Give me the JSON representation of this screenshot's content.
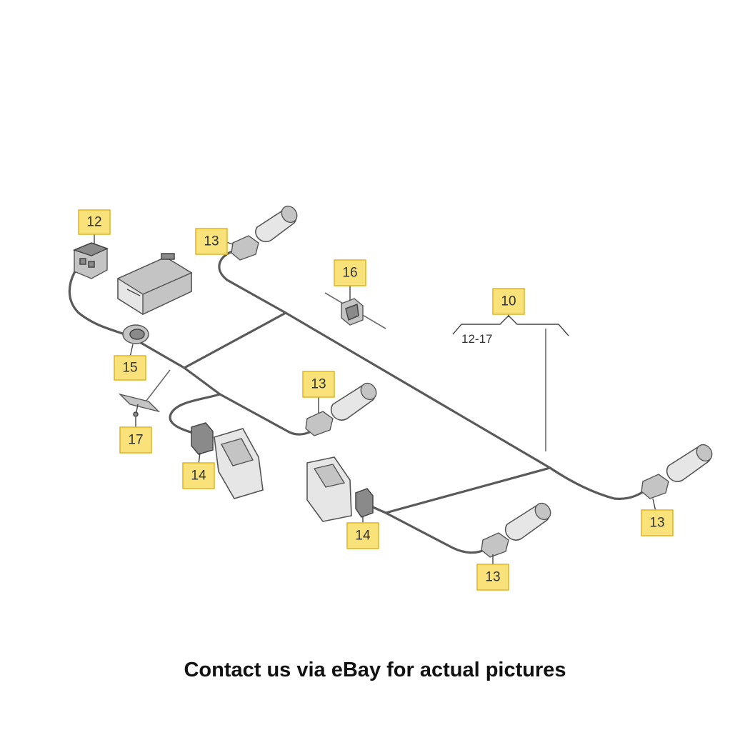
{
  "diagram": {
    "callouts": [
      {
        "id": "c12",
        "label": "12"
      },
      {
        "id": "c13a",
        "label": "13"
      },
      {
        "id": "c16",
        "label": "16"
      },
      {
        "id": "c10",
        "label": "10"
      },
      {
        "id": "c15",
        "label": "15"
      },
      {
        "id": "c13b",
        "label": "13"
      },
      {
        "id": "c17",
        "label": "17"
      },
      {
        "id": "c14a",
        "label": "14"
      },
      {
        "id": "c14b",
        "label": "14"
      },
      {
        "id": "c13c",
        "label": "13"
      },
      {
        "id": "c13d",
        "label": "13"
      }
    ],
    "group_range": "12-17"
  },
  "footer": {
    "text": "Contact us via eBay for actual pictures"
  }
}
